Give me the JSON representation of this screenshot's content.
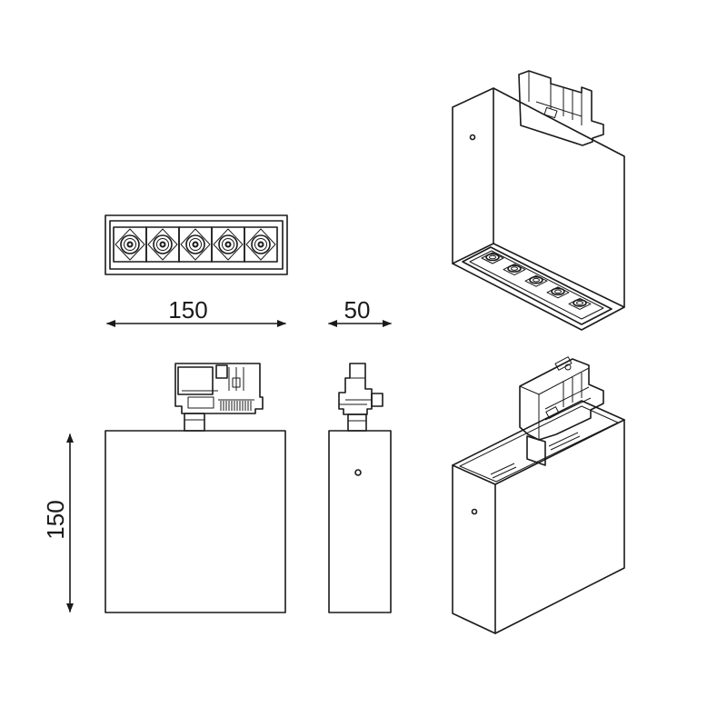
{
  "dimensions": {
    "width": "150",
    "depth": "50",
    "height": "150"
  },
  "views": {
    "bottom": {
      "led_count": 5
    },
    "iso_bottom": {
      "led_count": 5
    }
  },
  "colors": {
    "line": "#1a1a1a",
    "background": "#ffffff"
  }
}
